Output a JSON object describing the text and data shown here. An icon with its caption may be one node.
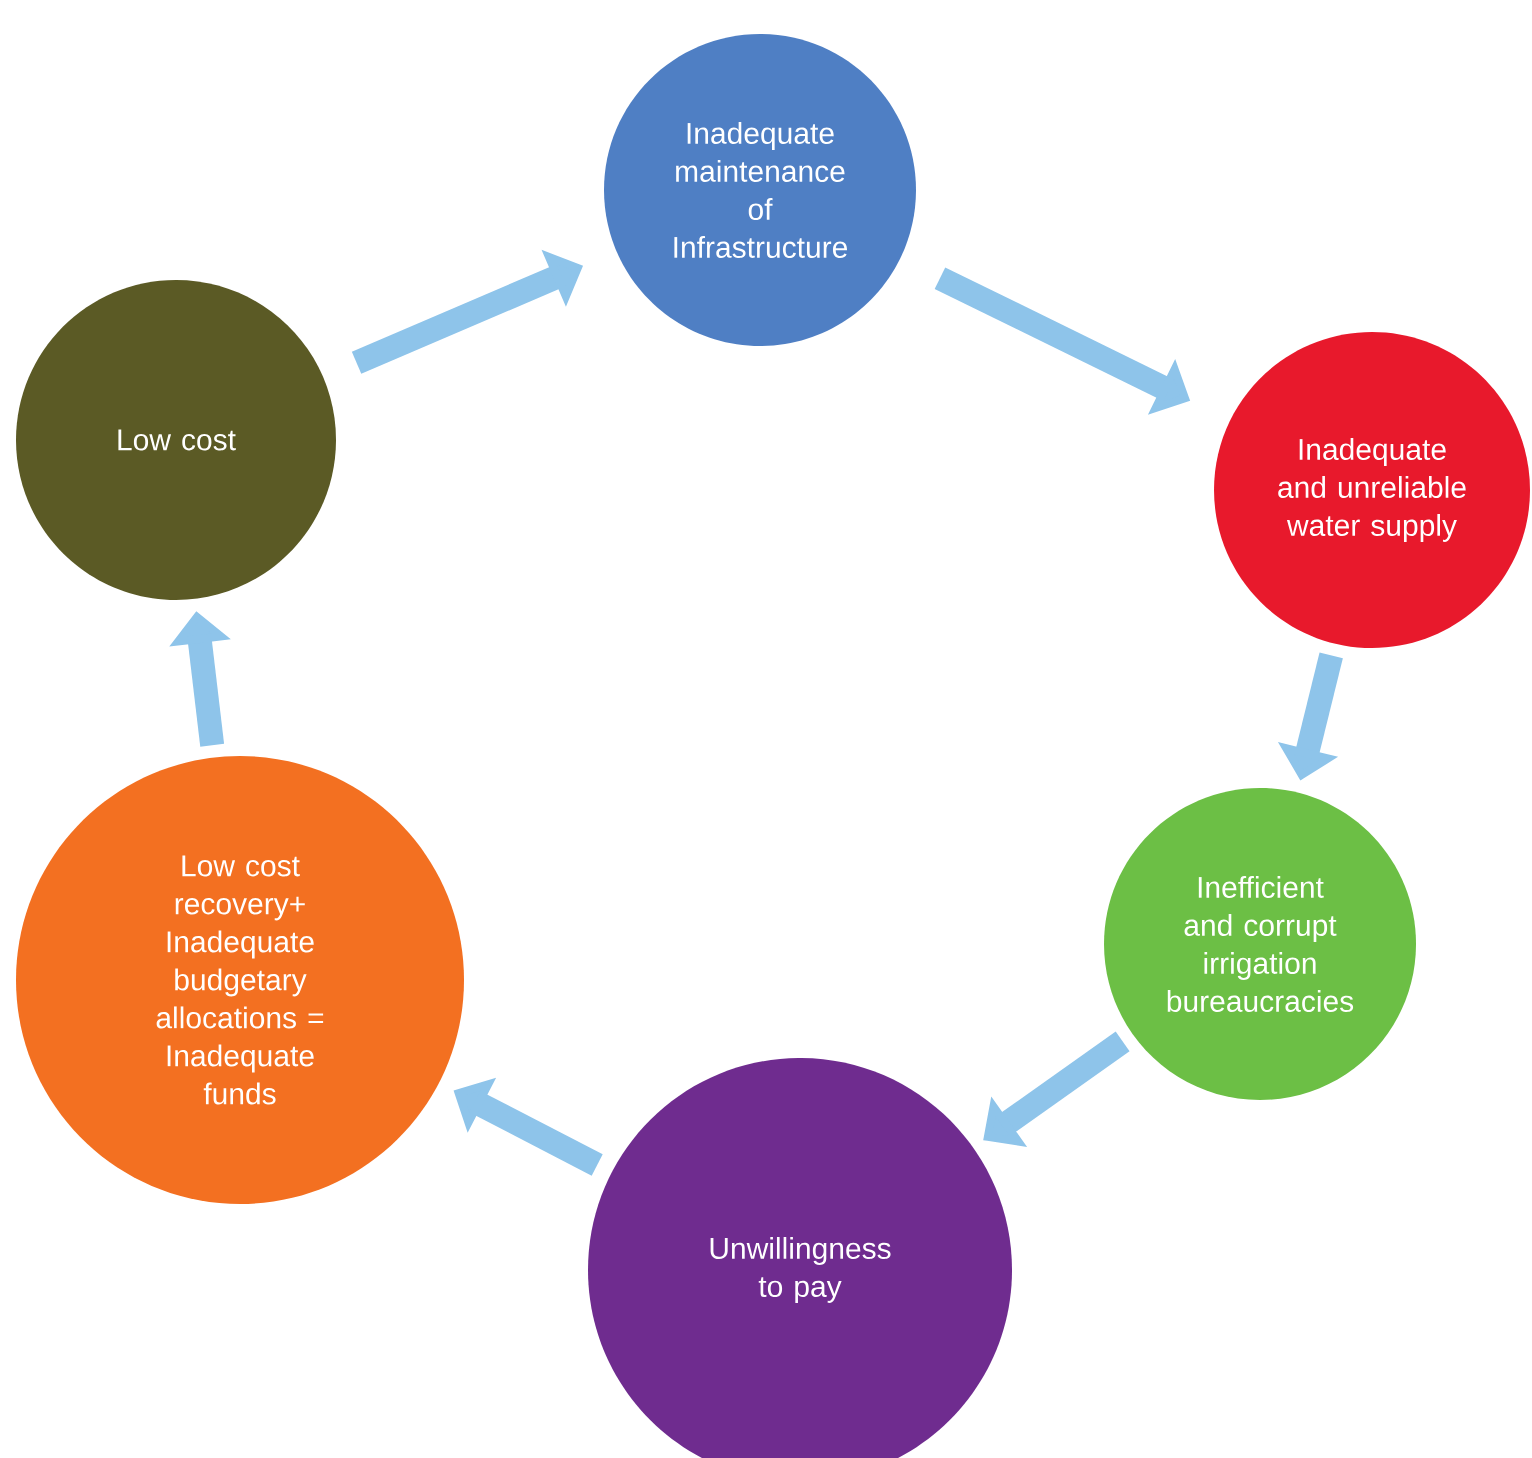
{
  "diagram": {
    "nodes": [
      {
        "text": [
          "Inadequate maintenance of Infrastructure"
        ]
      },
      {
        "text": [
          "Inadequate and unreliable water supply"
        ]
      },
      {
        "text": [
          "Inefficient and corrupt irrigation bureaucracies"
        ]
      },
      {
        "text": [
          "Unwillingness to pay"
        ]
      },
      {
        "text": [
          "Low cost recovery+ Inadequate budgetary allocations = Inadequate funds"
        ]
      },
      {
        "text": [
          "Low cost"
        ]
      }
    ],
    "edges": [
      {
        "from": 0,
        "to": 1,
        "arrow": "to"
      },
      {
        "from": 1,
        "to": 2,
        "arrow": "to"
      },
      {
        "from": 2,
        "to": 3,
        "arrow": "to"
      },
      {
        "from": 3,
        "to": 4,
        "arrow": "to"
      },
      {
        "from": 4,
        "to": 5,
        "arrow": "to"
      },
      {
        "from": 5,
        "to": 0,
        "arrow": "to"
      }
    ]
  }
}
